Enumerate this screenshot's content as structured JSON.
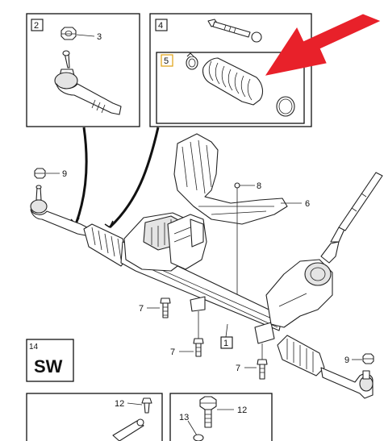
{
  "callouts": {
    "c1": "1",
    "c2": "2",
    "c3": "3",
    "c4": "4",
    "c5": "5",
    "c6": "6",
    "c7a": "7",
    "c7b": "7",
    "c7c": "7",
    "c8": "8",
    "c9a": "9",
    "c9b": "9",
    "c12a": "12",
    "c12b": "12",
    "c13": "13",
    "c14": "14"
  },
  "sw_label": "SW",
  "colors": {
    "arrow": "#e8212a",
    "highlight_box": "#e0a010"
  }
}
